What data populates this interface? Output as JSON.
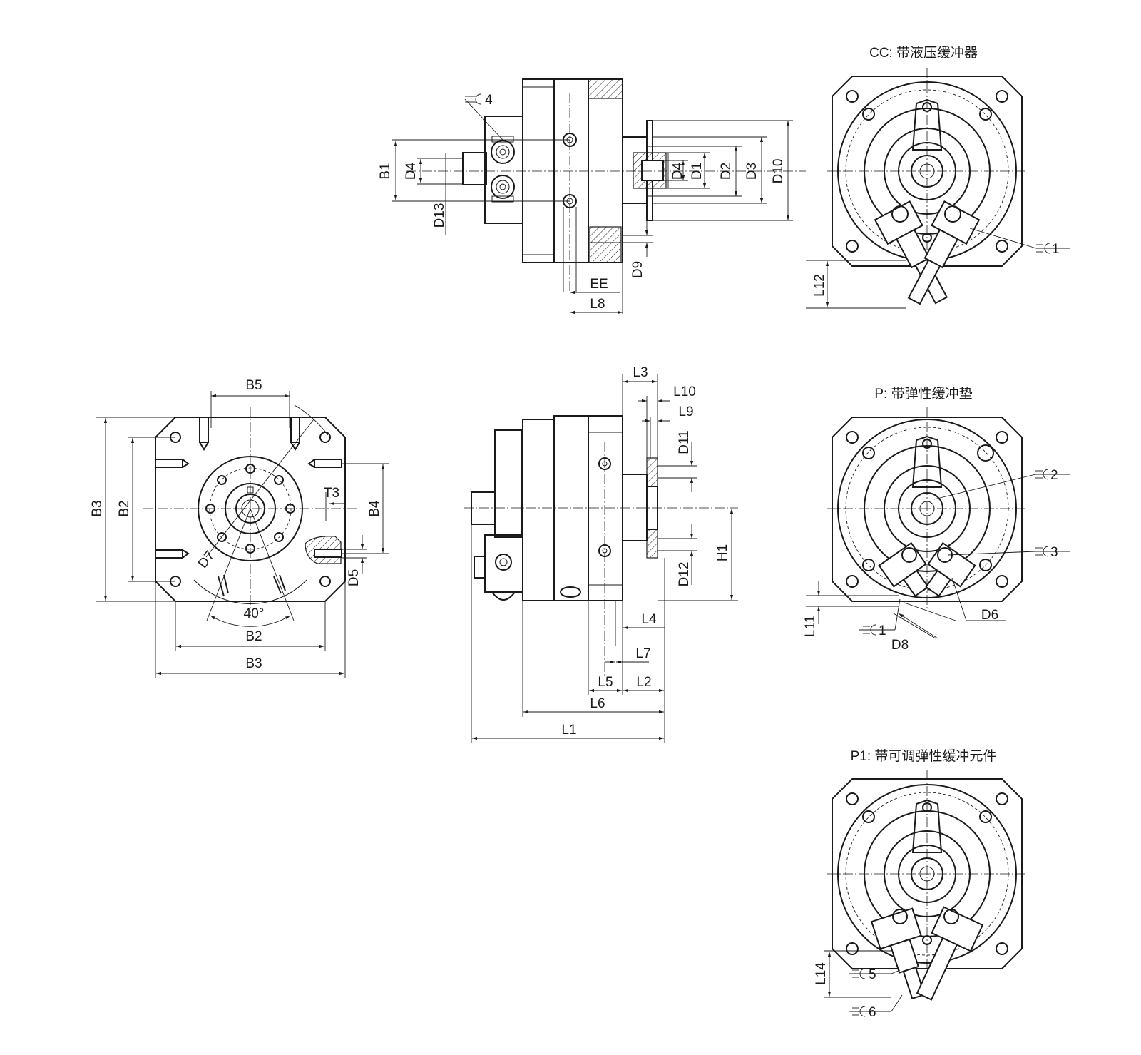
{
  "views": {
    "cc": {
      "title": "CC: 带液压缓冲器"
    },
    "p": {
      "title": "P: 带弹性缓冲垫"
    },
    "p1": {
      "title": "P1: 带可调弹性缓冲元件"
    }
  },
  "dims": {
    "top": [
      "B1",
      "D4",
      "D13",
      "D4",
      "D1",
      "D2",
      "D3",
      "D10",
      "EE",
      "L8",
      "D9"
    ],
    "front": [
      "B5",
      "B3",
      "B2",
      "T3",
      "B4",
      "D7",
      "D5",
      "40°",
      "B2",
      "B3"
    ],
    "side": [
      "L3",
      "L10",
      "L9",
      "D11",
      "H1",
      "D12",
      "L4",
      "L7",
      "L5",
      "L2",
      "L6",
      "L1"
    ],
    "cc": [
      "L12"
    ],
    "p": [
      "L11",
      "D8",
      "D6"
    ],
    "p1": [
      "L14"
    ]
  },
  "wrench": {
    "w4": "4",
    "w1a": "1",
    "w2": "2",
    "w3": "3",
    "w1b": "1",
    "w5": "5",
    "w6": "6"
  },
  "icons": {
    "wrench": "wrench-icon"
  }
}
